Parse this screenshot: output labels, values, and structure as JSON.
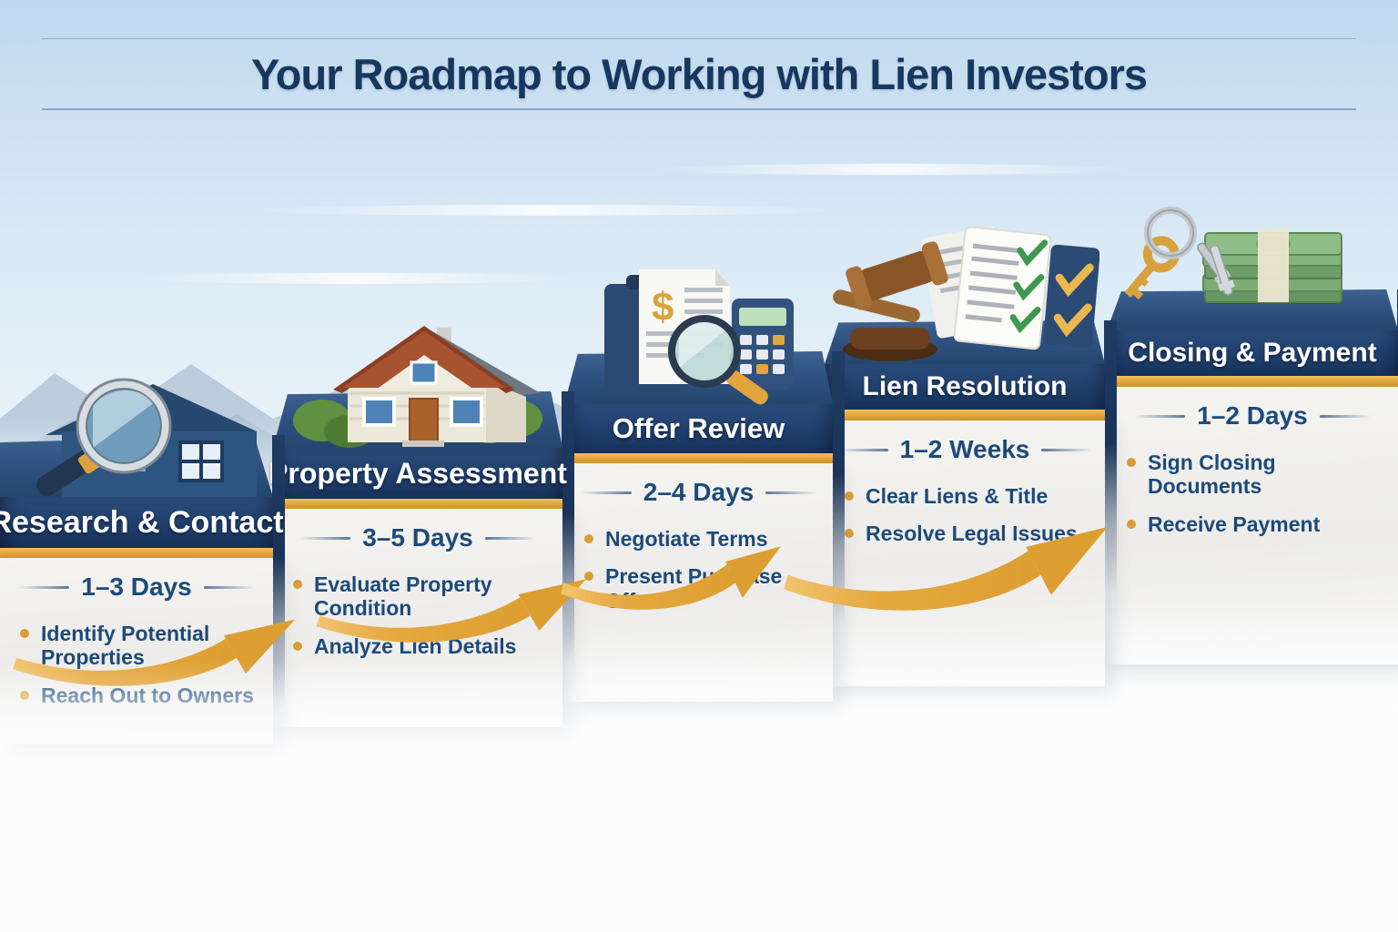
{
  "header": {
    "title": "Your Roadmap to Working with Lien Investors"
  },
  "steps": [
    {
      "id": 1,
      "title": "Research & Contact",
      "duration": "1–3 Days",
      "bullets": [
        "Identify Potential Properties",
        "Reach Out to Owners"
      ],
      "icon": "magnifier-house-icon"
    },
    {
      "id": 2,
      "title": "Property Assessment",
      "duration": "3–5 Days",
      "bullets": [
        "Evaluate Property Condition",
        "Analyze Lien Details"
      ],
      "icon": "house-icon"
    },
    {
      "id": 3,
      "title": "Offer Review",
      "duration": "2–4 Days",
      "bullets": [
        "Negotiate Terms",
        "Present Purchase Offer"
      ],
      "icon": "offer-documents-icon"
    },
    {
      "id": 4,
      "title": "Lien Resolution",
      "duration": "1–2 Weeks",
      "bullets": [
        "Clear Liens & Title",
        "Resolve Legal Issues"
      ],
      "icon": "gavel-checklist-icon"
    },
    {
      "id": 5,
      "title": "Closing & Payment",
      "duration": "1–2 Days",
      "bullets": [
        "Sign Closing Documents",
        "Receive Payment"
      ],
      "icon": "keys-cash-icon"
    }
  ],
  "colors": {
    "navy": "#1d3c68",
    "gold": "#e2a43c",
    "text_navy": "#1c4a7b",
    "panel": "#f3f2ef",
    "sky": "#cfe2f2"
  }
}
